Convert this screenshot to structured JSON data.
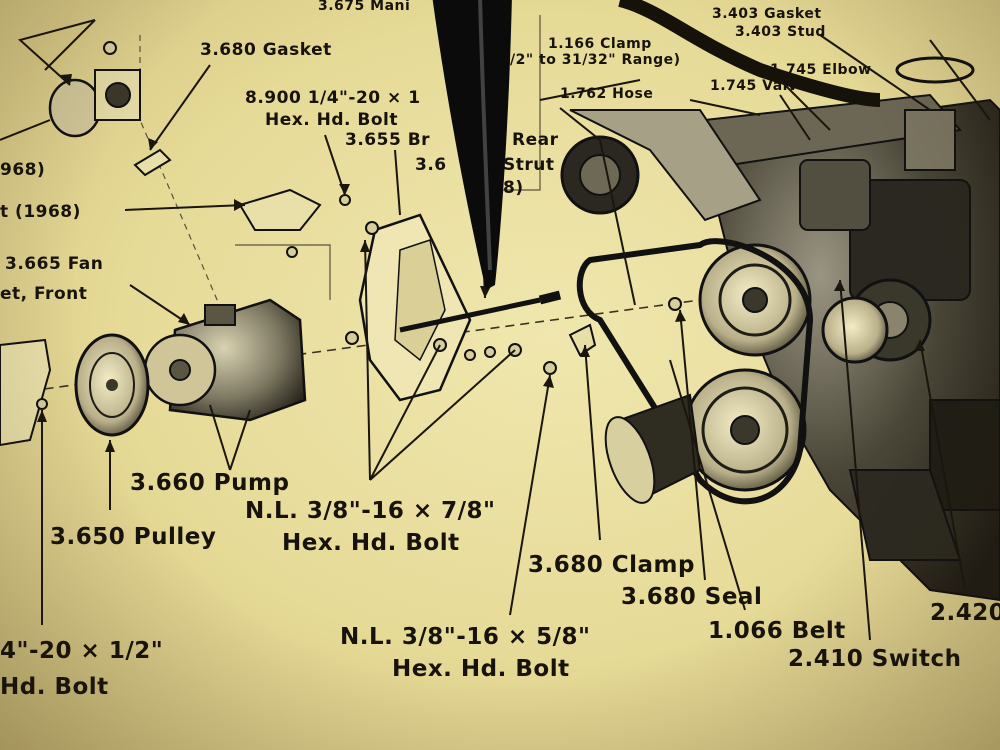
{
  "labels": {
    "manifold": "3.675 Mani",
    "gasket_3680": "3.680 Gasket",
    "gasket_3403": "3.403 Gasket",
    "stud_3403": "3.403 Stud",
    "clamp_1166_line1": "1.166 Clamp",
    "clamp_1166_line2": "/2\" to 31/32\" Range)",
    "elbow_1745": "1.745 Elbow",
    "valve_1745": "1.745 Valve",
    "hose_1762": "1.762 Hose",
    "bolt_8900_line1": "8.900 1/4\"-20 × 1",
    "bolt_8900_line2": "Hex. Hd. Bolt",
    "bracket_3655_line1": "3.655 Br",
    "bracket_3655_line2": "Rear",
    "strut_line1": "3.6",
    "strut_line2": "Strut",
    "strut_line3": "8)",
    "year_1968_a": "968)",
    "year_1968_b": "t (1968)",
    "fan_3665": "3.665 Fan",
    "front": "et, Front",
    "pump_3660": "3.660 Pump",
    "pulley_3650": "3.650 Pulley",
    "nl_bolt_78_line1": "N.L. 3/8\"-16 × 7/8\"",
    "nl_bolt_78_line2": "Hex. Hd. Bolt",
    "clamp_3680": "3.680 Clamp",
    "seal_3680": "3.680 Seal",
    "belt_1066": "1.066 Belt",
    "switch_2410": "2.410 Switch",
    "num_2420": "2.420",
    "nl_bolt_58_line1": "N.L. 3/8\"-16 × 5/8\"",
    "nl_bolt_58_line2": "Hex. Hd. Bolt",
    "bolt_1420_line1": "4\"-20 × 1/2\"",
    "bolt_1420_line2": "Hd. Bolt"
  }
}
